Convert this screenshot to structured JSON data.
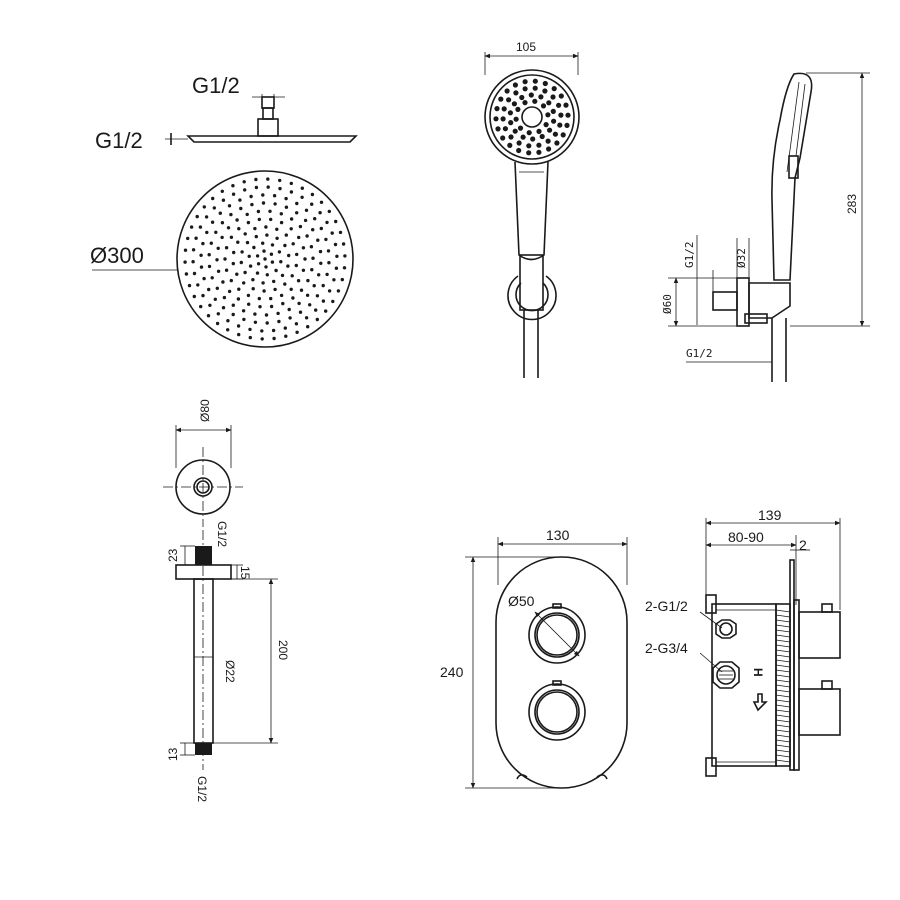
{
  "labels": {
    "overhead_g12_top": "G1/2",
    "overhead_g12_side": "G1/2",
    "overhead_diameter": "Ø300",
    "handshower_width": "105",
    "handshower_height": "283",
    "bracket_g12_top": "G1/2",
    "bracket_d32": "Ø32",
    "bracket_d60": "Ø60",
    "bracket_g12_bottom": "G1/2",
    "arm_d80": "Ø80",
    "arm_g12_top": "G1/2",
    "arm_23": "23",
    "arm_15": "15",
    "arm_200": "200",
    "arm_d22": "Ø22",
    "arm_13": "13",
    "arm_g12_bottom": "G1/2",
    "valve_130": "130",
    "valve_d50": "Ø50",
    "valve_240": "240",
    "body_139": "139",
    "body_80_90": "80-90",
    "body_2": "2",
    "body_2g12": "2-G1/2",
    "body_2g34": "2-G3/4",
    "body_h": "H"
  }
}
